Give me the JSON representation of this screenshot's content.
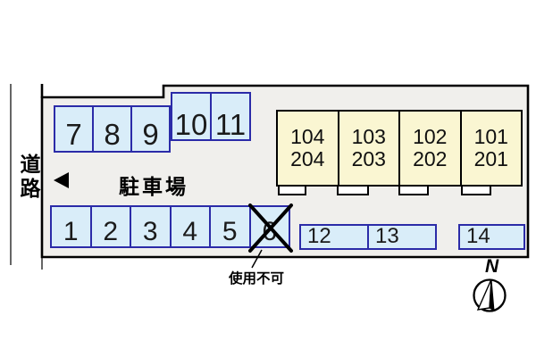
{
  "labels": {
    "road": "道路",
    "parking_lot": "駐車場",
    "unusable": "使用不可",
    "north": "N"
  },
  "parking_spaces": {
    "top_left_row": [
      "7",
      "8",
      "9"
    ],
    "top_right_row": [
      "10",
      "11"
    ],
    "bottom_left_row": [
      "1",
      "2",
      "3",
      "4",
      "5",
      "6"
    ],
    "bottom_middle_row": [
      "12",
      "13"
    ],
    "bottom_right_row": [
      "14"
    ],
    "unusable_space": "6"
  },
  "building_units": [
    {
      "upper": "104",
      "lower": "204"
    },
    {
      "upper": "103",
      "lower": "203"
    },
    {
      "upper": "102",
      "lower": "202"
    },
    {
      "upper": "101",
      "lower": "201"
    }
  ],
  "icons": {
    "entrance_marker": "left-filled-triangle",
    "unusable_mark": "x-cross",
    "compass": "north-needle"
  },
  "colors": {
    "parking_space_fill": "#d9edf9",
    "parking_space_border": "#2b2ba8",
    "building_fill": "#faf6d2",
    "building_border": "#000000",
    "site_fill": "#f0efec",
    "line_color": "#000000"
  }
}
